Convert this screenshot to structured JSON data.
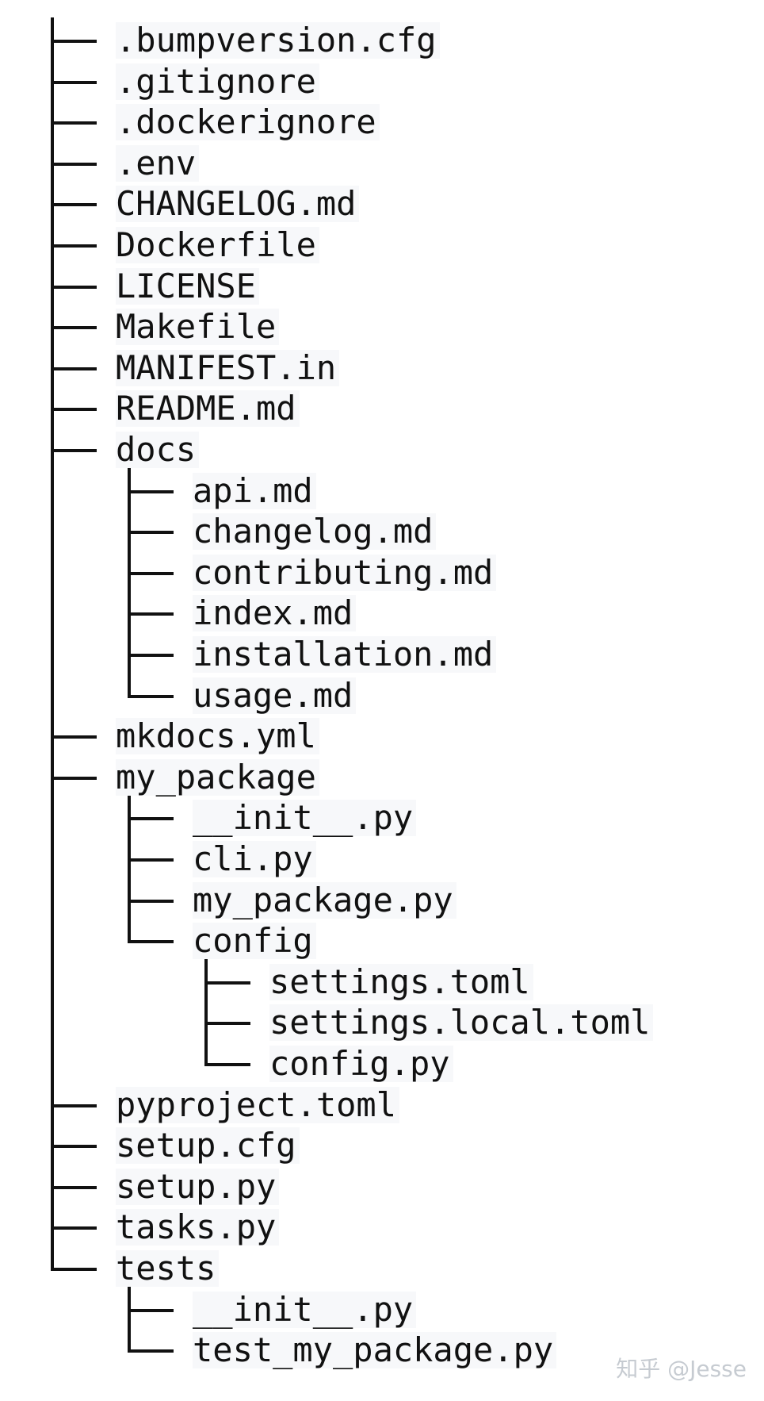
{
  "tree": {
    "entries": [
      {
        "name": ".bumpversion.cfg",
        "depth": 0,
        "last": false
      },
      {
        "name": ".gitignore",
        "depth": 0,
        "last": false
      },
      {
        "name": ".dockerignore",
        "depth": 0,
        "last": false
      },
      {
        "name": ".env",
        "depth": 0,
        "last": false
      },
      {
        "name": "CHANGELOG.md",
        "depth": 0,
        "last": false
      },
      {
        "name": "Dockerfile",
        "depth": 0,
        "last": false
      },
      {
        "name": "LICENSE",
        "depth": 0,
        "last": false
      },
      {
        "name": "Makefile",
        "depth": 0,
        "last": false
      },
      {
        "name": "MANIFEST.in",
        "depth": 0,
        "last": false
      },
      {
        "name": "README.md",
        "depth": 0,
        "last": false
      },
      {
        "name": "docs",
        "depth": 0,
        "last": false
      },
      {
        "name": "api.md",
        "depth": 1,
        "last": false
      },
      {
        "name": "changelog.md",
        "depth": 1,
        "last": false
      },
      {
        "name": "contributing.md",
        "depth": 1,
        "last": false
      },
      {
        "name": "index.md",
        "depth": 1,
        "last": false
      },
      {
        "name": "installation.md",
        "depth": 1,
        "last": false
      },
      {
        "name": "usage.md",
        "depth": 1,
        "last": true
      },
      {
        "name": "mkdocs.yml",
        "depth": 0,
        "last": false
      },
      {
        "name": "my_package",
        "depth": 0,
        "last": false
      },
      {
        "name": "__init__.py",
        "depth": 1,
        "last": false
      },
      {
        "name": "cli.py",
        "depth": 1,
        "last": false
      },
      {
        "name": "my_package.py",
        "depth": 1,
        "last": false
      },
      {
        "name": "config",
        "depth": 1,
        "last": true
      },
      {
        "name": "settings.toml",
        "depth": 2,
        "last": false
      },
      {
        "name": "settings.local.toml",
        "depth": 2,
        "last": false
      },
      {
        "name": "config.py",
        "depth": 2,
        "last": true
      },
      {
        "name": "pyproject.toml",
        "depth": 0,
        "last": false
      },
      {
        "name": "setup.cfg",
        "depth": 0,
        "last": false
      },
      {
        "name": "setup.py",
        "depth": 0,
        "last": false
      },
      {
        "name": "tasks.py",
        "depth": 0,
        "last": false
      },
      {
        "name": "tests",
        "depth": 0,
        "last": true
      },
      {
        "name": "__init__.py",
        "depth": 1,
        "last": false
      },
      {
        "name": "test_my_package.py",
        "depth": 1,
        "last": true
      }
    ]
  },
  "watermark": {
    "text": "知乎 @Jesse"
  },
  "colors": {
    "text": "#111111",
    "highlight": "#f7f8fa",
    "watermark": "#c6cbd1"
  }
}
